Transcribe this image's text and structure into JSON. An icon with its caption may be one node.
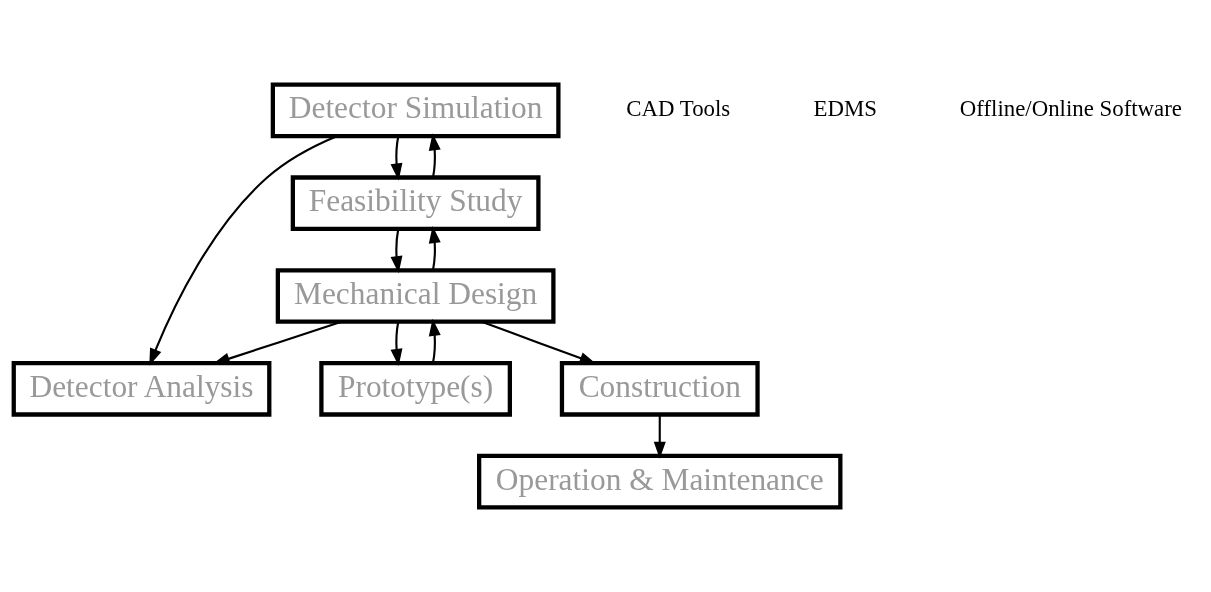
{
  "diagram": {
    "nodes": [
      {
        "text": [
          "Detector Simulation"
        ]
      },
      {
        "text": [
          "Feasibility Study"
        ]
      },
      {
        "text": [
          "Mechanical Design"
        ]
      },
      {
        "text": [
          "Detector Analysis"
        ]
      },
      {
        "text": [
          "Prototype(s)"
        ]
      },
      {
        "text": [
          "Construction"
        ]
      },
      {
        "text": [
          "Operation & Maintenance"
        ]
      }
    ],
    "edges": [
      {
        "from": 0,
        "to": 1,
        "arrow": "to"
      },
      {
        "from": 1,
        "to": 0,
        "arrow": "to"
      },
      {
        "from": 1,
        "to": 2,
        "arrow": "to"
      },
      {
        "from": 2,
        "to": 1,
        "arrow": "to"
      },
      {
        "from": 0,
        "to": 3,
        "arrow": "to"
      },
      {
        "from": 2,
        "to": 3,
        "arrow": "to"
      },
      {
        "from": 2,
        "to": 4,
        "arrow": "to"
      },
      {
        "from": 4,
        "to": 2,
        "arrow": "to"
      },
      {
        "from": 2,
        "to": 5,
        "arrow": "to"
      },
      {
        "from": 5,
        "to": 6,
        "arrow": "to"
      }
    ],
    "labels": [
      "CAD Tools",
      "EDMS",
      "Offline/Online Software"
    ]
  }
}
